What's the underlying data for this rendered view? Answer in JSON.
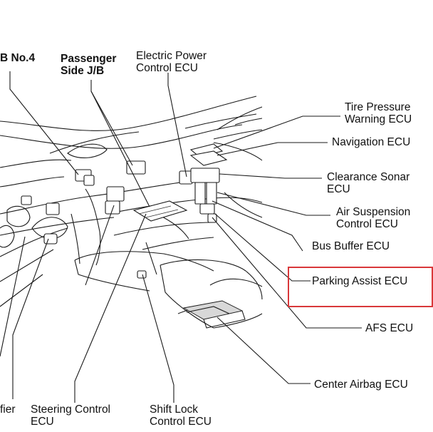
{
  "colors": {
    "line": "#1a1a1a",
    "text": "#111111",
    "highlight": "#d9383a",
    "background": "#ffffff"
  },
  "labels": {
    "jb_no4": "B No.4",
    "passenger_jb_1": "Passenger",
    "passenger_jb_2": "Side J/B",
    "epc_1": "Electric Power",
    "epc_2": "Control ECU",
    "tire_1": "Tire Pressure",
    "tire_2": "Warning ECU",
    "navigation": "Navigation ECU",
    "sonar_1": "Clearance Sonar",
    "sonar_2": "ECU",
    "air_1": "Air Suspension",
    "air_2": "Control ECU",
    "bus_buffer": "Bus Buffer ECU",
    "parking_assist": "Parking Assist ECU",
    "afs": "AFS ECU",
    "center_airbag": "Center Airbag ECU",
    "amplifier_partial": "fier",
    "steering_1": "Steering Control",
    "steering_2": "ECU",
    "shiftlock_1": "Shift Lock",
    "shiftlock_2": "Control ECU"
  },
  "highlighted_component": "parking_assist"
}
